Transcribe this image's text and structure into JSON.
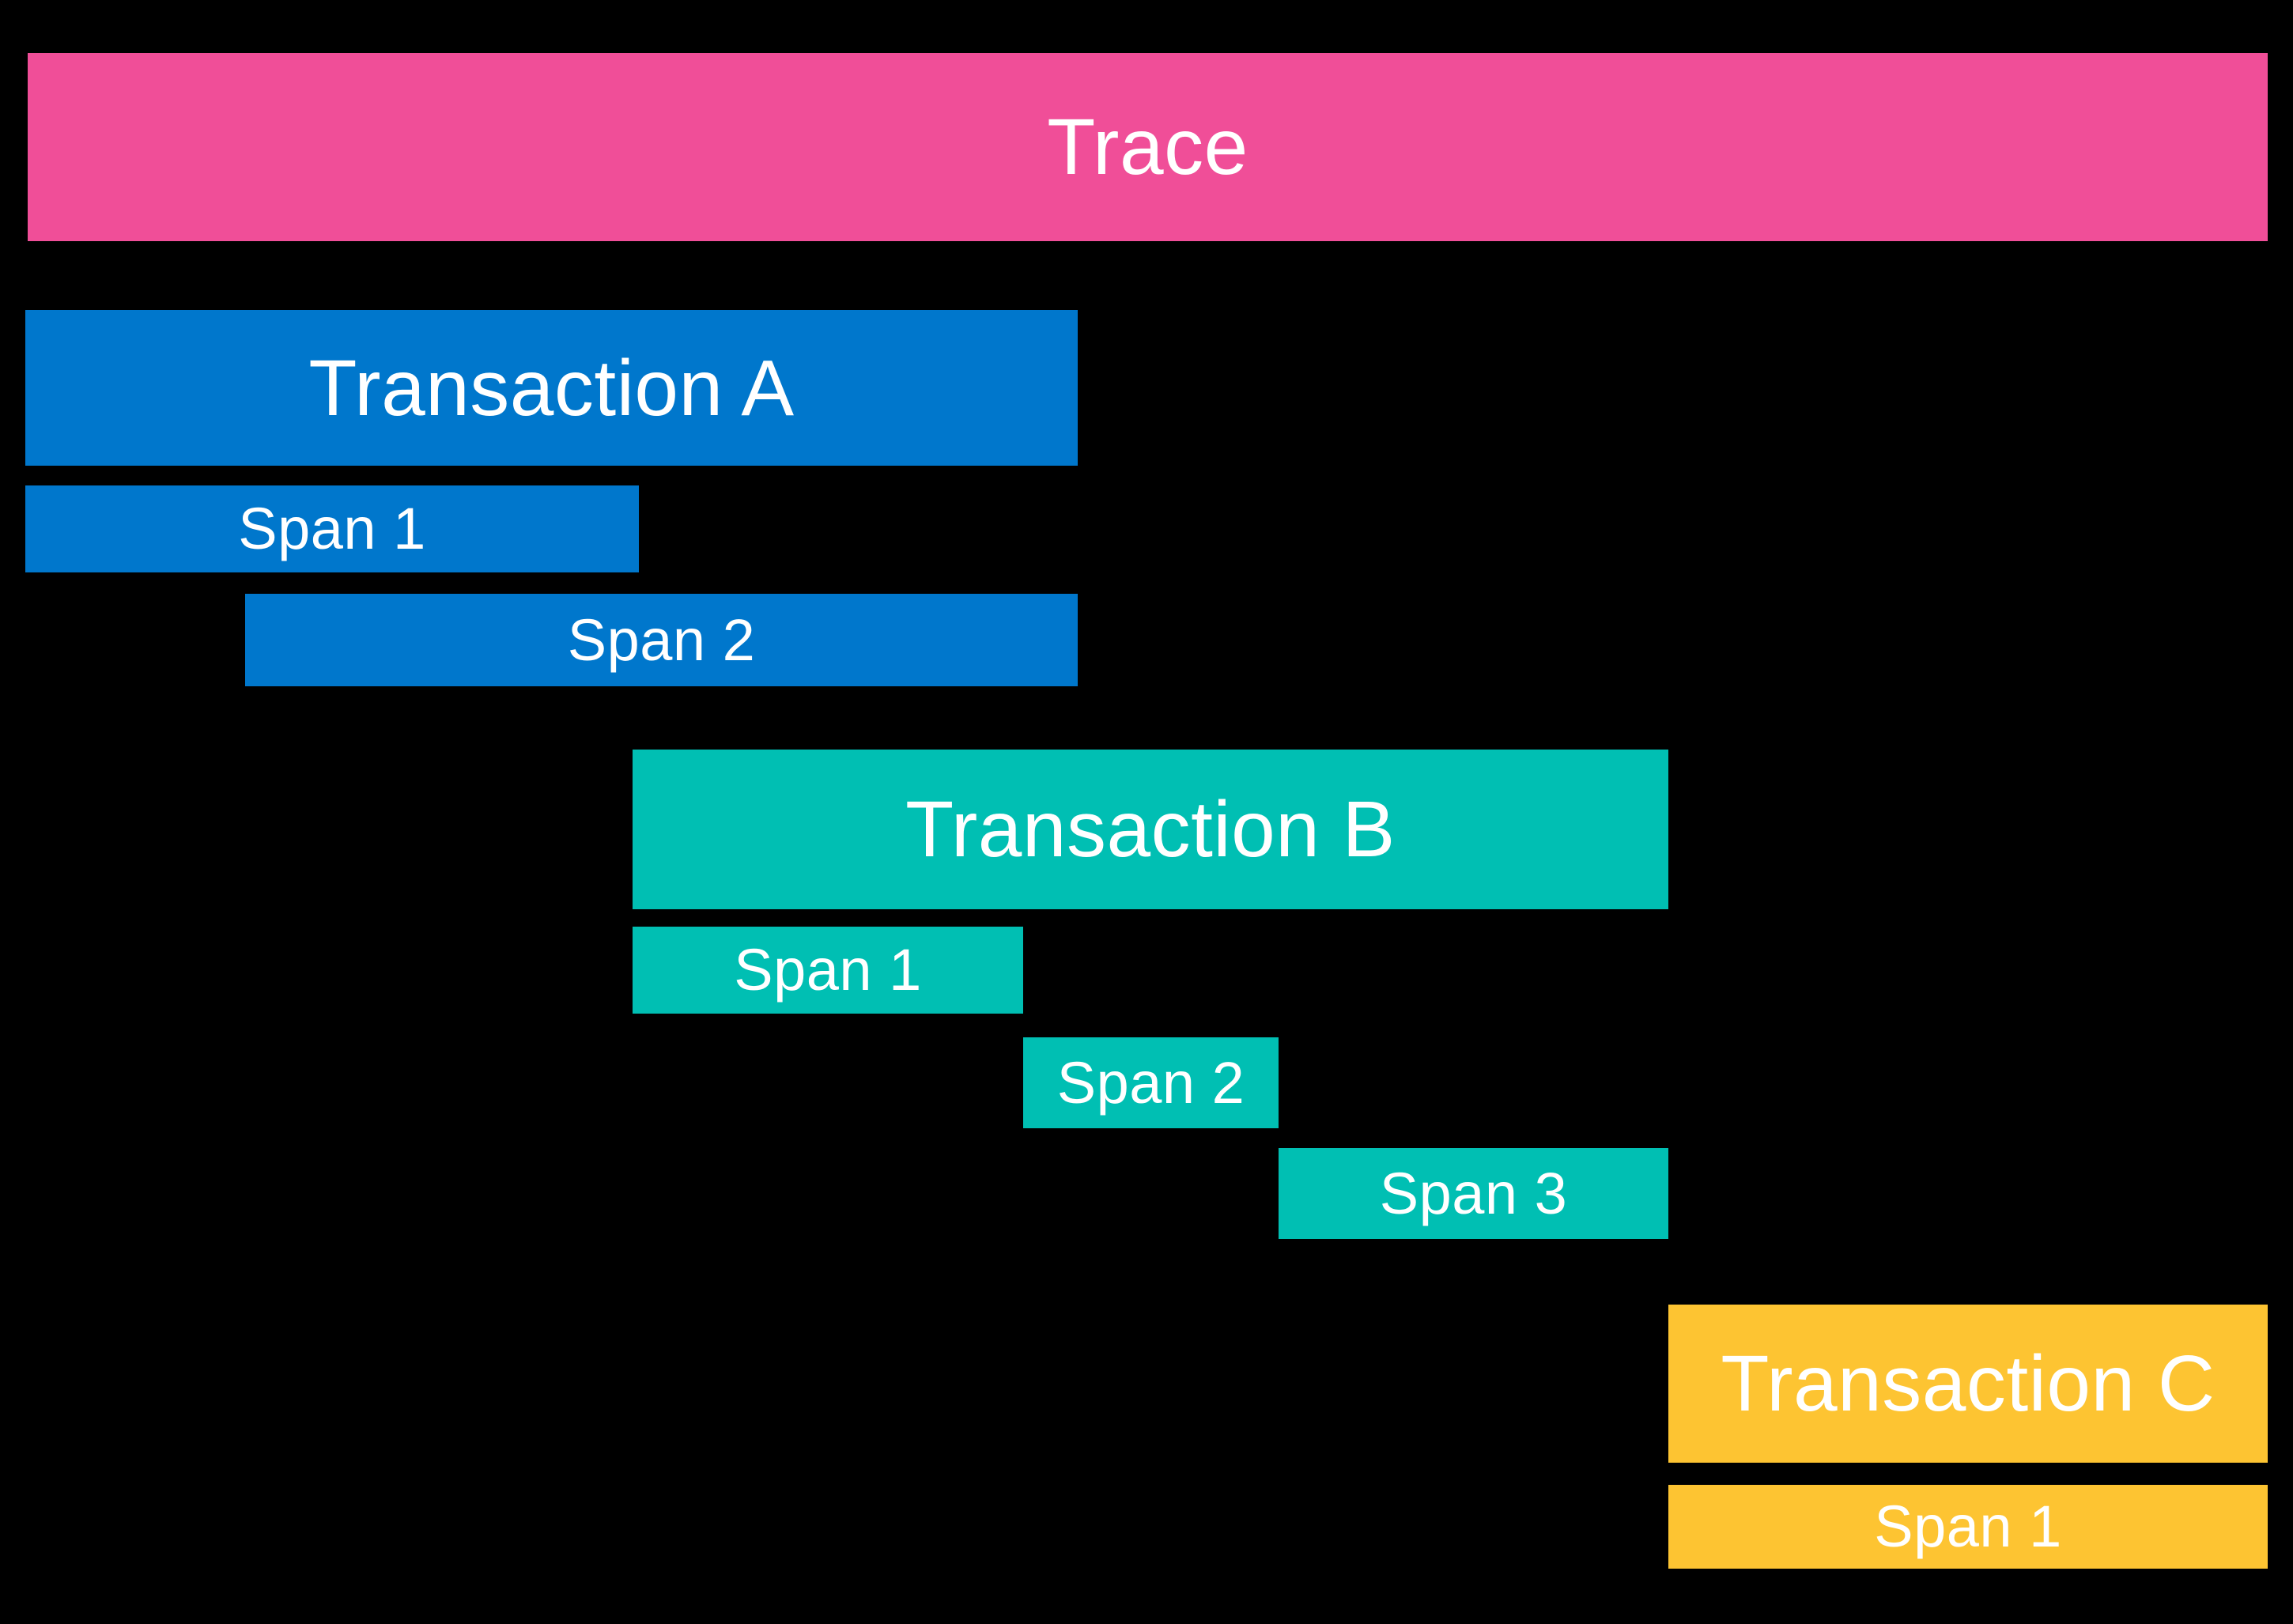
{
  "colors": {
    "background": "#000000",
    "text": "#FFFFFF",
    "trace": "#F04E98",
    "transaction_a": "#0077CC",
    "transaction_b": "#00BFB3",
    "transaction_c": "#FDC432"
  },
  "trace": {
    "label": "Trace"
  },
  "transactions": [
    {
      "label": "Transaction A",
      "spans": [
        {
          "label": "Span 1"
        },
        {
          "label": "Span 2"
        }
      ]
    },
    {
      "label": "Transaction B",
      "spans": [
        {
          "label": "Span 1"
        },
        {
          "label": "Span 2"
        },
        {
          "label": "Span 3"
        }
      ]
    },
    {
      "label": "Transaction C",
      "spans": [
        {
          "label": "Span 1"
        }
      ]
    }
  ]
}
